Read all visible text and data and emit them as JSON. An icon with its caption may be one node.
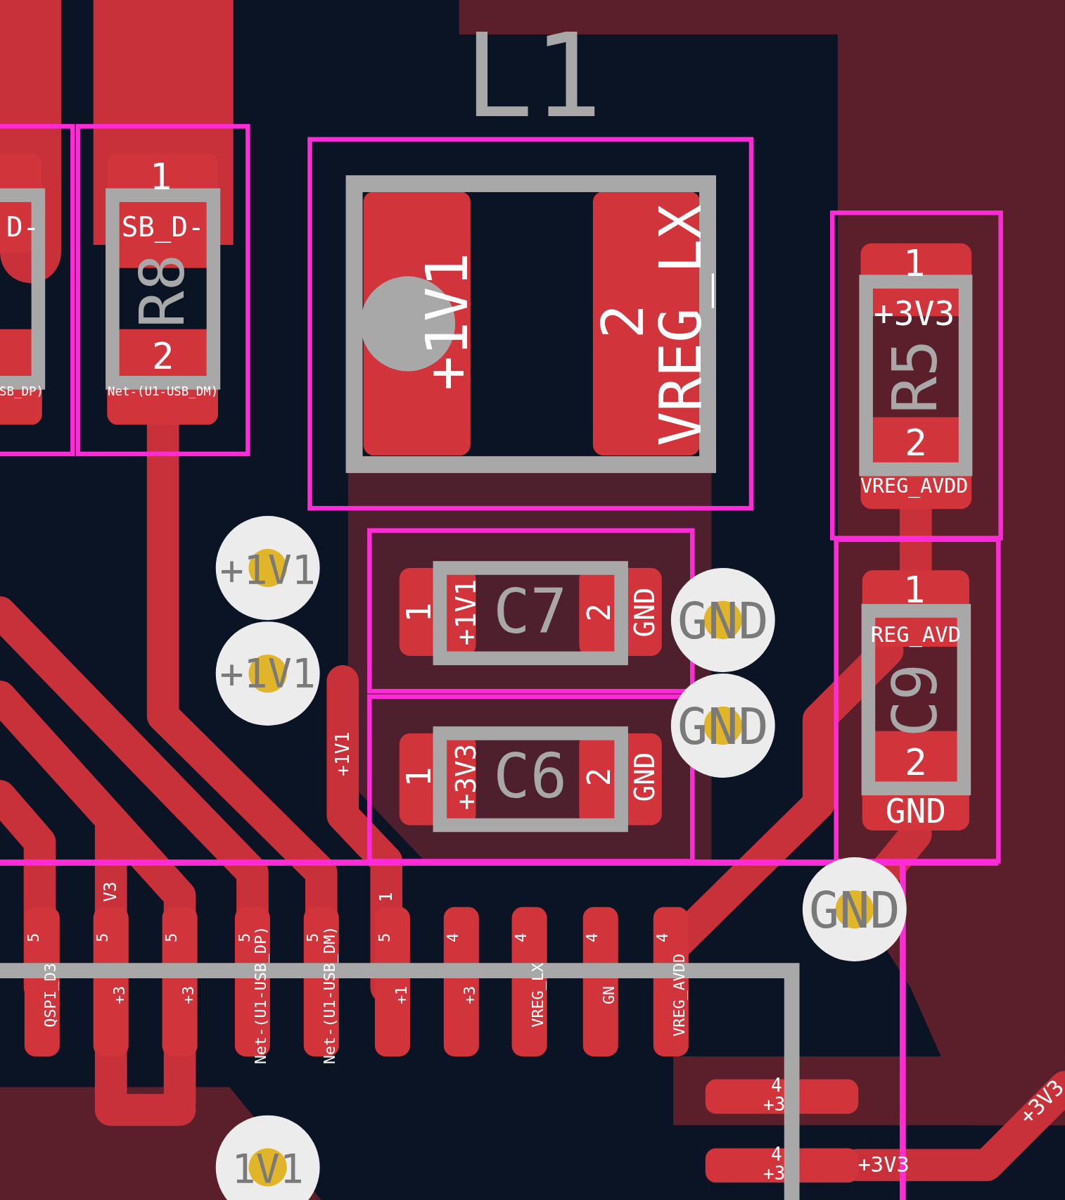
{
  "diagram": {
    "labels": [
      "L1",
      "1",
      "D-",
      "SB_D-",
      "R8",
      "2",
      "SB_DP)",
      "Net-(U1-USB_DM)",
      "+1V1",
      "2",
      "VREG_LX",
      "1",
      "+3V3",
      "R5",
      "2",
      "VREG_AVDD",
      "+1V1",
      "1",
      "+1V1",
      "C7",
      "2",
      "GND",
      "GND",
      "1",
      "REG_AVD",
      "C9",
      "+1V1",
      "+1V1",
      "GND",
      "1",
      "+3V3",
      "C6",
      "2",
      "GND",
      "2",
      "GND",
      "GND",
      "V3",
      "1",
      "5",
      "QSPI_D3",
      "5",
      "+3",
      "5",
      "+3",
      "5",
      "Net-(U1-USB_DP)",
      "5",
      "Net-(U1-USB_DM)",
      "5",
      "+1",
      "4",
      "+3",
      "4",
      "VREG_LX",
      "4",
      "GN",
      "4",
      "VREG_AVDD",
      "4",
      "+3",
      "4",
      "+3",
      "+3V3",
      "+3V3",
      "1V1"
    ]
  }
}
